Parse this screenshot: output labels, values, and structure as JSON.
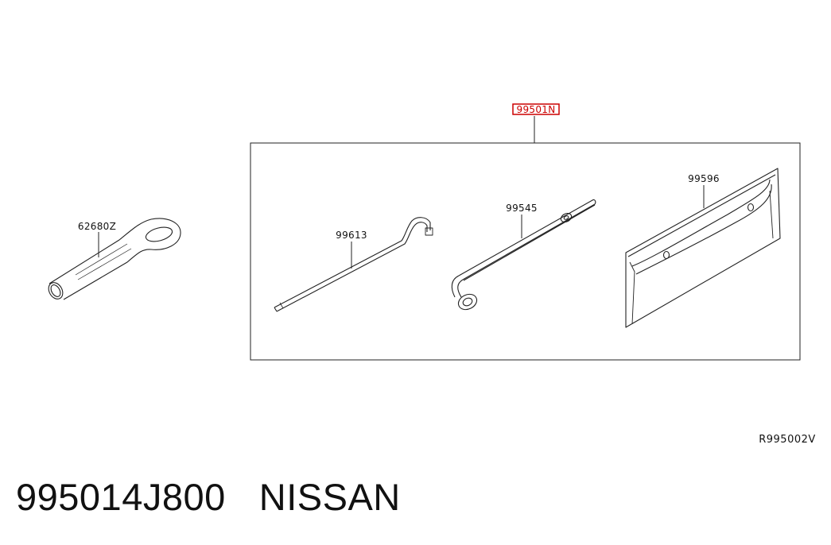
{
  "diagram": {
    "callouts": {
      "assembly": "99501N",
      "hook": "62680Z",
      "jack_rod": "99613",
      "lug_wrench": "99545",
      "tool_bag": "99596"
    },
    "reference_code": "R995002V",
    "highlight_color": "#cc0000"
  },
  "footer": {
    "part_number": "995014J800",
    "brand": "NISSAN"
  }
}
